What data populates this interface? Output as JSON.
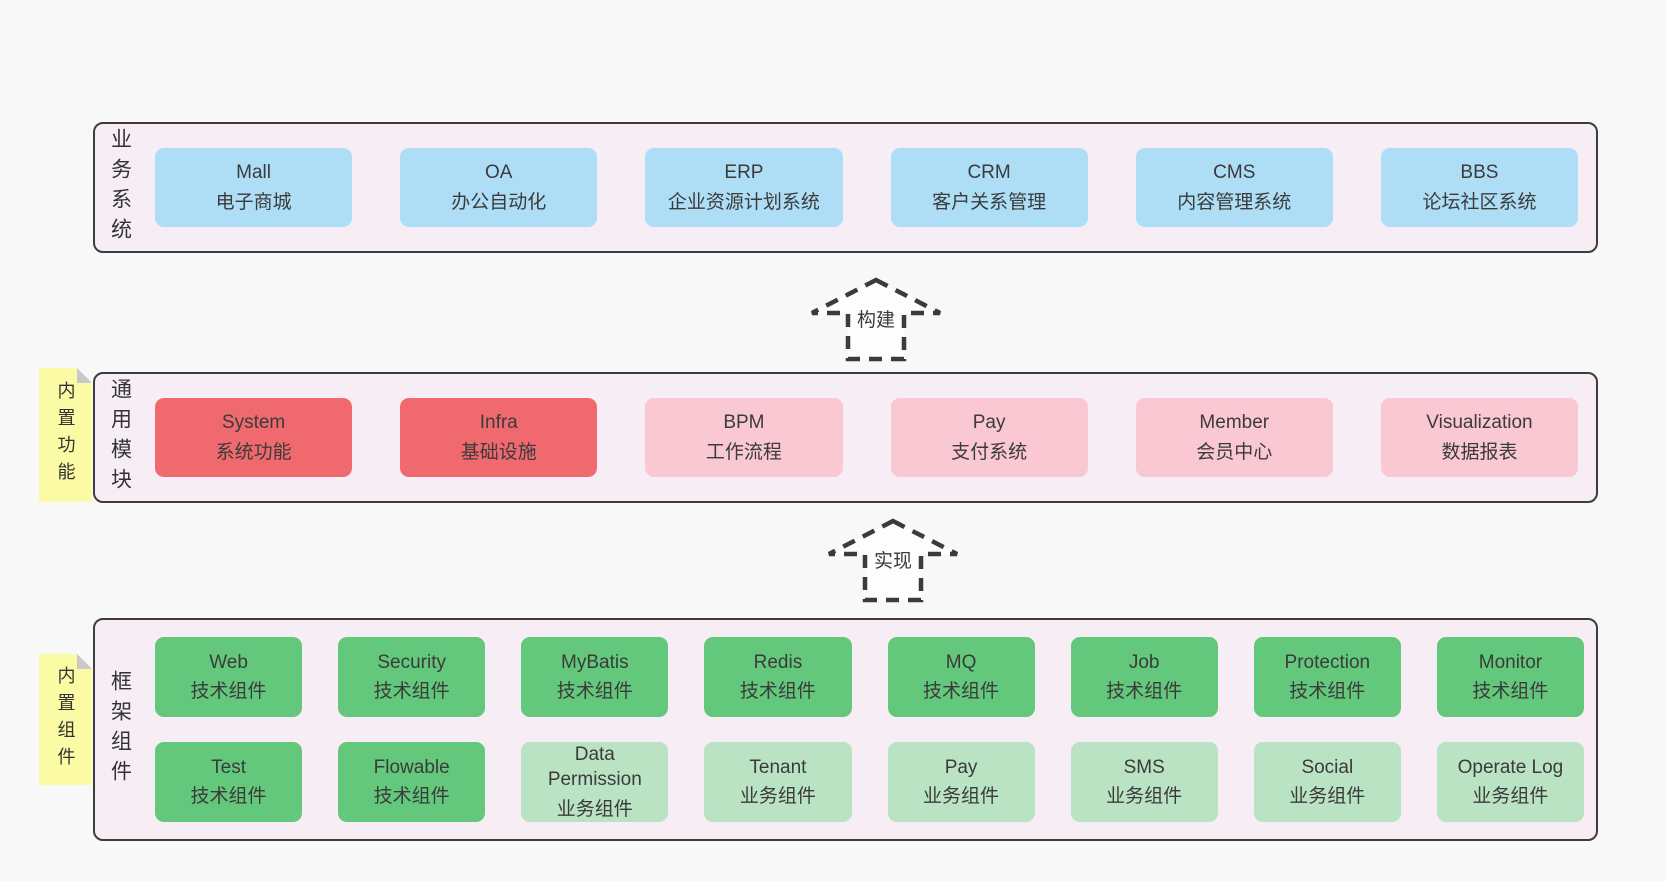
{
  "colors": {
    "page_background": "#f8f8f8",
    "panel_background": "#f7edf5",
    "panel_border": "#3d3d3d",
    "blue_box": "#addef6",
    "red_box": "#f0696e",
    "pink_box": "#f9c8d2",
    "green_box": "#63c87c",
    "light_green_box": "#b9e3c3",
    "sticky_note": "#fbfba6",
    "sticky_fold": "#c9c9c9",
    "text": "#3b3b3b"
  },
  "arrows": {
    "build": "构建",
    "implement": "实现"
  },
  "sections": {
    "business": {
      "label": "业务系统",
      "boxes": [
        {
          "title": "Mall",
          "subtitle": "电子商城",
          "variant": "blue"
        },
        {
          "title": "OA",
          "subtitle": "办公自动化",
          "variant": "blue"
        },
        {
          "title": "ERP",
          "subtitle": "企业资源计划系统",
          "variant": "blue"
        },
        {
          "title": "CRM",
          "subtitle": "客户关系管理",
          "variant": "blue"
        },
        {
          "title": "CMS",
          "subtitle": "内容管理系统",
          "variant": "blue"
        },
        {
          "title": "BBS",
          "subtitle": "论坛社区系统",
          "variant": "blue"
        }
      ]
    },
    "modules": {
      "label": "通用模块",
      "sticky": "内置功能",
      "boxes": [
        {
          "title": "System",
          "subtitle": "系统功能",
          "variant": "red"
        },
        {
          "title": "Infra",
          "subtitle": "基础设施",
          "variant": "red"
        },
        {
          "title": "BPM",
          "subtitle": "工作流程",
          "variant": "pink"
        },
        {
          "title": "Pay",
          "subtitle": "支付系统",
          "variant": "pink"
        },
        {
          "title": "Member",
          "subtitle": "会员中心",
          "variant": "pink"
        },
        {
          "title": "Visualization",
          "subtitle": "数据报表",
          "variant": "pink"
        }
      ]
    },
    "components": {
      "label": "框架组件",
      "sticky": "内置组件",
      "row1": [
        {
          "title": "Web",
          "subtitle": "技术组件",
          "variant": "green"
        },
        {
          "title": "Security",
          "subtitle": "技术组件",
          "variant": "green"
        },
        {
          "title": "MyBatis",
          "subtitle": "技术组件",
          "variant": "green"
        },
        {
          "title": "Redis",
          "subtitle": "技术组件",
          "variant": "green"
        },
        {
          "title": "MQ",
          "subtitle": "技术组件",
          "variant": "green"
        },
        {
          "title": "Job",
          "subtitle": "技术组件",
          "variant": "green"
        },
        {
          "title": "Protection",
          "subtitle": "技术组件",
          "variant": "green"
        },
        {
          "title": "Monitor",
          "subtitle": "技术组件",
          "variant": "green"
        }
      ],
      "row2": [
        {
          "title": "Test",
          "subtitle": "技术组件",
          "variant": "green"
        },
        {
          "title": "Flowable",
          "subtitle": "技术组件",
          "variant": "green"
        },
        {
          "title": "Data Permission",
          "subtitle": "业务组件",
          "variant": "lightgreen"
        },
        {
          "title": "Tenant",
          "subtitle": "业务组件",
          "variant": "lightgreen"
        },
        {
          "title": "Pay",
          "subtitle": "业务组件",
          "variant": "lightgreen"
        },
        {
          "title": "SMS",
          "subtitle": "业务组件",
          "variant": "lightgreen"
        },
        {
          "title": "Social",
          "subtitle": "业务组件",
          "variant": "lightgreen"
        },
        {
          "title": "Operate Log",
          "subtitle": "业务组件",
          "variant": "lightgreen"
        }
      ]
    }
  }
}
